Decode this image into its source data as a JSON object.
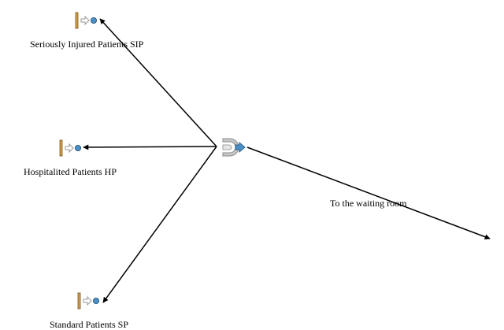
{
  "sources": [
    {
      "label": "Seriously Injured Patients SIP",
      "icon": "source-node-icon"
    },
    {
      "label": "Hospitalited Patients HP",
      "icon": "source-node-icon"
    },
    {
      "label": "Standard Patients SP",
      "icon": "source-node-icon"
    }
  ],
  "merge": {
    "icon": "merge-node-icon"
  },
  "sink": {
    "label": "To the waiting room"
  },
  "colors": {
    "line": "#000000",
    "bar_fill": "#d4a24c",
    "bar_stroke": "#7a4f12",
    "dot_fill": "#4b8fc4",
    "dot_stroke": "#1d4f7a",
    "arrow_gray": "#9a9a9a",
    "merge_fill": "#c8c8c8"
  }
}
